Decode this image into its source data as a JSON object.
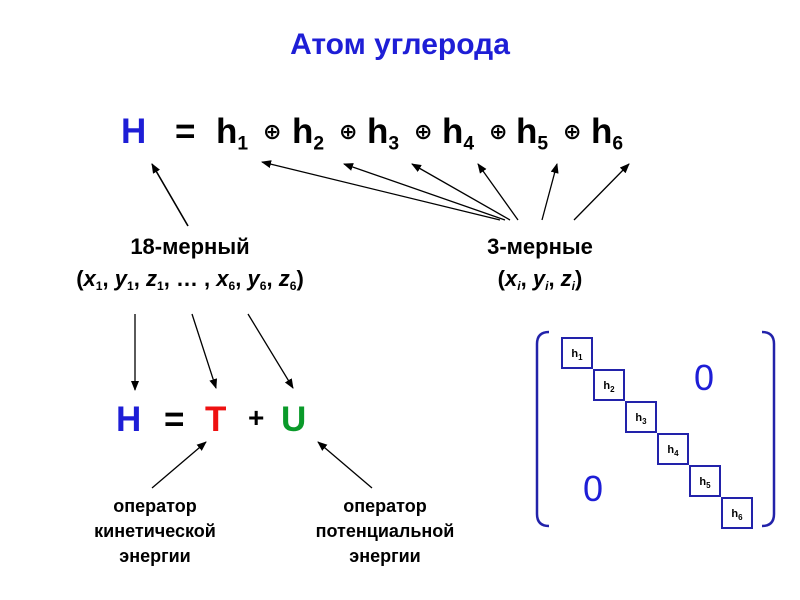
{
  "title": "Атом углерода",
  "equation1": {
    "lhs": "H",
    "equals": "=",
    "oplus": "⊕",
    "terms": [
      {
        "base": "h",
        "sub": "1"
      },
      {
        "base": "h",
        "sub": "2"
      },
      {
        "base": "h",
        "sub": "3"
      },
      {
        "base": "h",
        "sub": "4"
      },
      {
        "base": "h",
        "sub": "5"
      },
      {
        "base": "h",
        "sub": "6"
      }
    ]
  },
  "left_label": {
    "line1": "18-мерный",
    "open": "(",
    "coords": [
      {
        "v": "x",
        "s": "1",
        "sep": ", "
      },
      {
        "v": "y",
        "s": "1",
        "sep": ", "
      },
      {
        "v": "z",
        "s": "1",
        "sep": ", … , "
      },
      {
        "v": "x",
        "s": "6",
        "sep": ", "
      },
      {
        "v": "y",
        "s": "6",
        "sep": ", "
      },
      {
        "v": "z",
        "s": "6",
        "sep": ""
      }
    ],
    "close": ")"
  },
  "right_label": {
    "line1": "3-мерные",
    "open": "(",
    "coords": [
      {
        "v": "x",
        "s": "i",
        "sep": ", "
      },
      {
        "v": "y",
        "s": "i",
        "sep": ", "
      },
      {
        "v": "z",
        "s": "i",
        "sep": ""
      }
    ],
    "close": ")"
  },
  "equation2": {
    "lhs": "H",
    "equals": "=",
    "t": "T",
    "plus": "+",
    "u": "U"
  },
  "kinetic_note": [
    "оператор",
    "кинетической",
    "энергии"
  ],
  "potential_note": [
    "оператор",
    "потенциальной",
    "энергии"
  ],
  "matrix": {
    "cells": [
      {
        "base": "h",
        "sub": "1"
      },
      {
        "base": "h",
        "sub": "2"
      },
      {
        "base": "h",
        "sub": "3"
      },
      {
        "base": "h",
        "sub": "4"
      },
      {
        "base": "h",
        "sub": "5"
      },
      {
        "base": "h",
        "sub": "6"
      }
    ],
    "zero_upper": "0",
    "zero_lower": "0"
  },
  "colors": {
    "blue": "#1e1ed6",
    "red": "#ee1111",
    "green": "#0a9a2a",
    "cell_border": "#2222aa"
  }
}
